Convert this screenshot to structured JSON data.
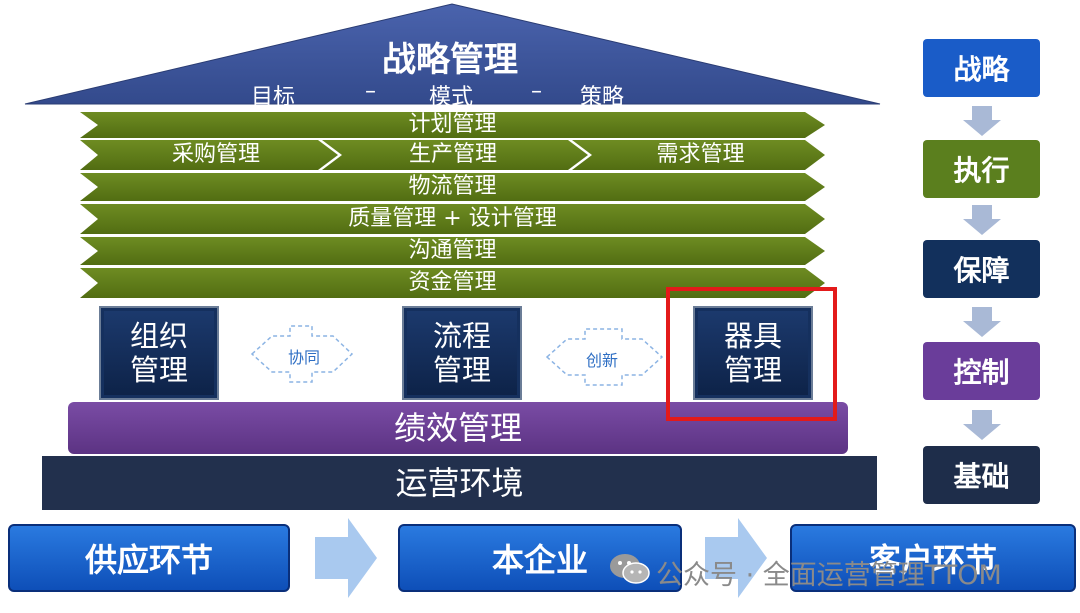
{
  "roof": {
    "title": "战略管理",
    "sub": [
      "目标",
      "–",
      "模式",
      "–",
      "策略"
    ]
  },
  "bands": [
    {
      "label": "计划管理"
    },
    {
      "labels": [
        "采购管理",
        "生产管理",
        "需求管理"
      ]
    },
    {
      "label": "物流管理"
    },
    {
      "label": "质量管理 + 设计管理"
    },
    {
      "label": "沟通管理"
    },
    {
      "label": "资金管理"
    }
  ],
  "boxes": [
    {
      "line1": "组织",
      "line2": "管理"
    },
    {
      "line1": "流程",
      "line2": "管理"
    },
    {
      "line1": "器具",
      "line2": "管理"
    }
  ],
  "connectors": [
    "协同",
    "创新"
  ],
  "performance": "绩效管理",
  "environment": "运营环境",
  "steps": [
    {
      "label": "战略",
      "color": "#1a5cc8"
    },
    {
      "label": "执行",
      "color": "#5b7f1e"
    },
    {
      "label": "保障",
      "color": "#12305c"
    },
    {
      "label": "控制",
      "color": "#6a3d9a"
    },
    {
      "label": "基础",
      "color": "#1e2d4a"
    }
  ],
  "chain": [
    "供应环节",
    "本企业",
    "客户环节"
  ],
  "watermark": "公众号 · 全面运营管理TTOM",
  "colors": {
    "roof": "#3f579f",
    "band": "#5f7c16",
    "performance": "#6b3f93",
    "environment": "#22304d",
    "highlight": "#e31a1a"
  }
}
